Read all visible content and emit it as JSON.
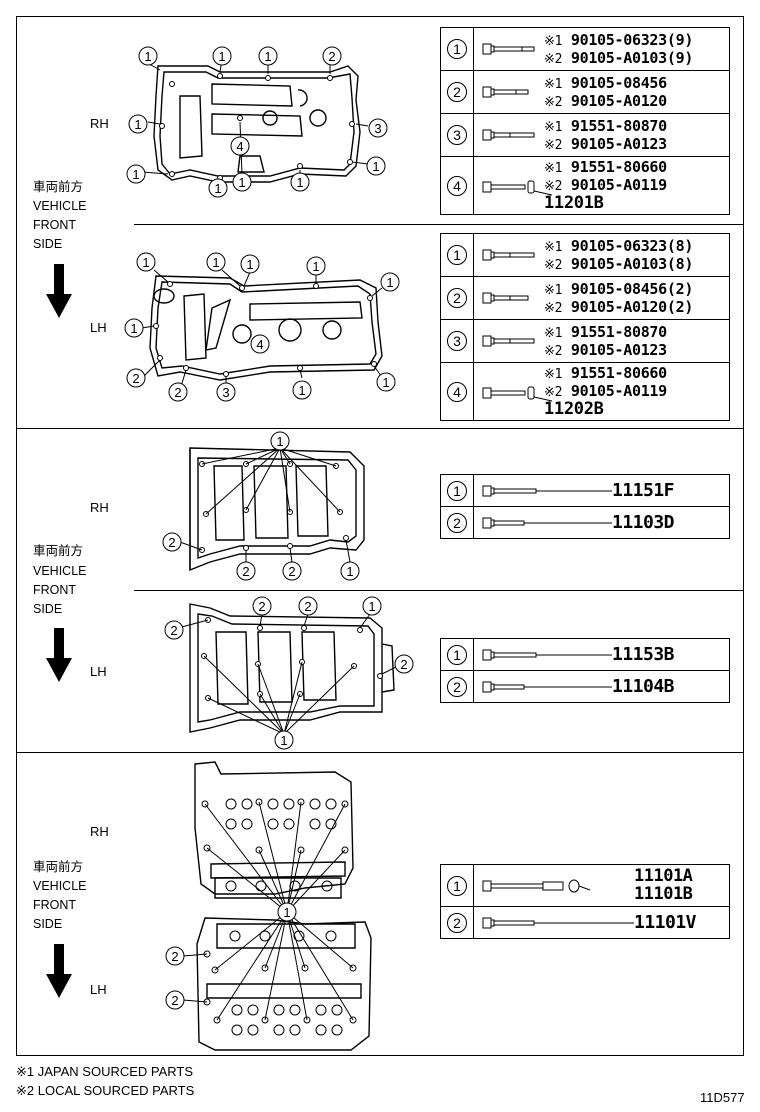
{
  "labels": {
    "rh": "RH",
    "lh": "LH",
    "vehicle_front_jp": "車両前方",
    "vehicle": "VEHICLE",
    "front": "FRONT",
    "side": "SIDE"
  },
  "callouts": {
    "one": "1",
    "two": "2",
    "three": "3",
    "four": "4"
  },
  "marks": {
    "m1": "※1",
    "m2": "※2"
  },
  "section1": {
    "rh_table": [
      {
        "num": "1",
        "l1": "90105-06323(9)",
        "l2": "90105-A0103(9)"
      },
      {
        "num": "2",
        "l1": "90105-08456",
        "l2": "90105-A0120"
      },
      {
        "num": "3",
        "l1": "91551-80870",
        "l2": "90105-A0123"
      },
      {
        "num": "4",
        "l1": "91551-80660",
        "l2": "90105-A0119",
        "l3": "11201B"
      }
    ],
    "lh_table": [
      {
        "num": "1",
        "l1": "90105-06323(8)",
        "l2": "90105-A0103(8)"
      },
      {
        "num": "2",
        "l1": "90105-08456(2)",
        "l2": "90105-A0120(2)"
      },
      {
        "num": "3",
        "l1": "91551-80870",
        "l2": "90105-A0123"
      },
      {
        "num": "4",
        "l1": "91551-80660",
        "l2": "90105-A0119",
        "l3": "11202B"
      }
    ]
  },
  "section2": {
    "rh_table": [
      {
        "num": "1",
        "part": "11151F"
      },
      {
        "num": "2",
        "part": "11103D"
      }
    ],
    "lh_table": [
      {
        "num": "1",
        "part": "11153B"
      },
      {
        "num": "2",
        "part": "11104B"
      }
    ]
  },
  "section3": {
    "table": [
      {
        "num": "1",
        "l1": "11101A",
        "l2": "11101B"
      },
      {
        "num": "2",
        "part": "11101V"
      }
    ]
  },
  "footnotes": {
    "n1": "※1 JAPAN SOURCED PARTS",
    "n2": "※2 LOCAL SOURCED PARTS"
  },
  "diagram_code": "11D577"
}
